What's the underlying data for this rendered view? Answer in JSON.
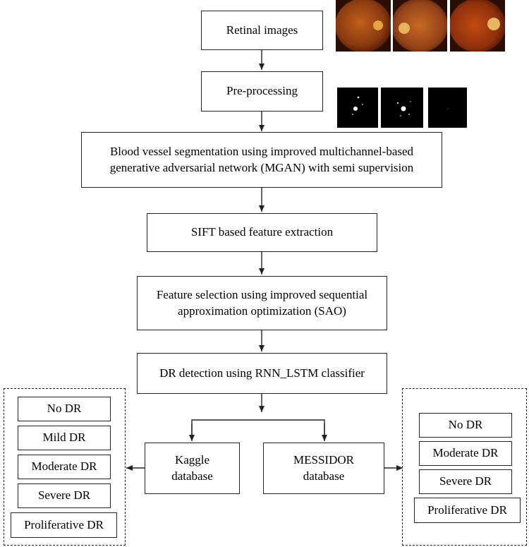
{
  "flow": {
    "retinal_images": "Retinal images",
    "preprocessing": "Pre-processing",
    "segmentation_line1": "Blood vessel segmentation using improved multichannel-based",
    "segmentation_line2": "generative adversarial network (MGAN) with semi supervision",
    "feature_extraction": "SIFT based feature extraction",
    "feature_selection_line1": "Feature selection using improved sequential",
    "feature_selection_line2": "approximation optimization (SAO)",
    "detection": "DR detection using RNN_LSTM  classifier",
    "kaggle_line1": "Kaggle",
    "kaggle_line2": "database",
    "messidor_line1": "MESSIDOR",
    "messidor_line2": "database"
  },
  "kaggle_classes": [
    "No DR",
    "Mild DR",
    "Moderate DR",
    "Severe DR",
    "Proliferative DR"
  ],
  "messidor_classes": [
    "No DR",
    "Moderate DR",
    "Severe DR",
    "Proliferative DR"
  ],
  "colors": {
    "fundus_dark": "#5a1e08",
    "fundus_mid": "#b34f16",
    "fundus_light": "#e0a040",
    "preproc_bg": "#000000",
    "line": "#222222"
  }
}
